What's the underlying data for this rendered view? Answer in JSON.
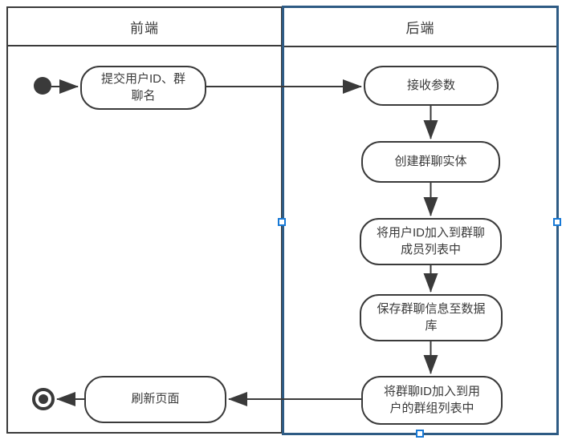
{
  "diagram": {
    "type": "uml-activity-swimlane",
    "lanes": [
      {
        "id": "frontend",
        "label": "前端",
        "selected": false
      },
      {
        "id": "backend",
        "label": "后端",
        "selected": true
      }
    ],
    "nodes": [
      {
        "id": "start",
        "type": "initial",
        "lane": "前端",
        "label": ""
      },
      {
        "id": "submit-user-id",
        "type": "action",
        "lane": "前端",
        "label": "提交用户ID、群聊名"
      },
      {
        "id": "receive-params",
        "type": "action",
        "lane": "后端",
        "label": "接收参数"
      },
      {
        "id": "create-group-entity",
        "type": "action",
        "lane": "后端",
        "label": "创建群聊实体"
      },
      {
        "id": "add-user-to-members",
        "type": "action",
        "lane": "后端",
        "label": "将用户ID加入到群聊成员列表中"
      },
      {
        "id": "save-group-to-db",
        "type": "action",
        "lane": "后端",
        "label": "保存群聊信息至数据库"
      },
      {
        "id": "add-group-to-user-list",
        "type": "action",
        "lane": "后端",
        "label": "将群聊ID加入到用户的群组列表中"
      },
      {
        "id": "refresh-page",
        "type": "action",
        "lane": "前端",
        "label": "刷新页面"
      },
      {
        "id": "end",
        "type": "final",
        "lane": "前端",
        "label": ""
      }
    ],
    "edges": [
      {
        "from": "start",
        "to": "submit-user-id"
      },
      {
        "from": "submit-user-id",
        "to": "receive-params"
      },
      {
        "from": "receive-params",
        "to": "create-group-entity"
      },
      {
        "from": "create-group-entity",
        "to": "add-user-to-members"
      },
      {
        "from": "add-user-to-members",
        "to": "save-group-to-db"
      },
      {
        "from": "save-group-to-db",
        "to": "add-group-to-user-list"
      },
      {
        "from": "add-group-to-user-list",
        "to": "refresh-page"
      },
      {
        "from": "refresh-page",
        "to": "end"
      }
    ],
    "colors": {
      "background": "#ffffff",
      "lane_border": "#3a3a3a",
      "selected_lane_border": "#2e5b84",
      "node_border": "#3a3a3a",
      "edge": "#3a3a3a",
      "text": "#3a3a3a",
      "selection_handle_border": "#1779d6",
      "selection_handle_fill": "#ffffff"
    }
  }
}
